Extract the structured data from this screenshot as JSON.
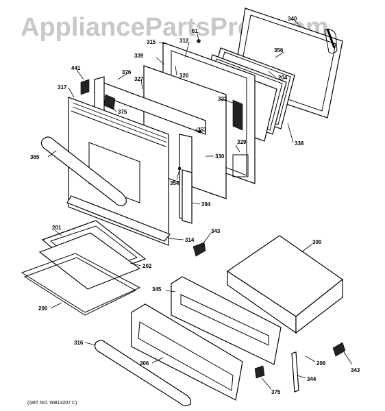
{
  "watermark": "AppliancePartsPros.com",
  "art_no": "(ART NO. WB13207 C)",
  "parts": {
    "p340": "340",
    "p61": "61",
    "p312": "312",
    "p315": "315",
    "p356": "356",
    "p339": "339",
    "p320": "320",
    "p204": "204",
    "p441": "441",
    "p376": "376",
    "p327": "327",
    "p317": "317",
    "p332": "332",
    "p375a": "375",
    "p353": "353",
    "p338": "338",
    "p329": "329",
    "p365": "365",
    "p330": "330",
    "p354": "354",
    "p394": "394",
    "p343a": "343",
    "p300": "300",
    "p201": "201",
    "p314": "314",
    "p202": "202",
    "p345": "345",
    "p200": "200",
    "p316": "316",
    "p306": "306",
    "p206": "206",
    "p343b": "343",
    "p344": "344",
    "p375b": "375"
  }
}
